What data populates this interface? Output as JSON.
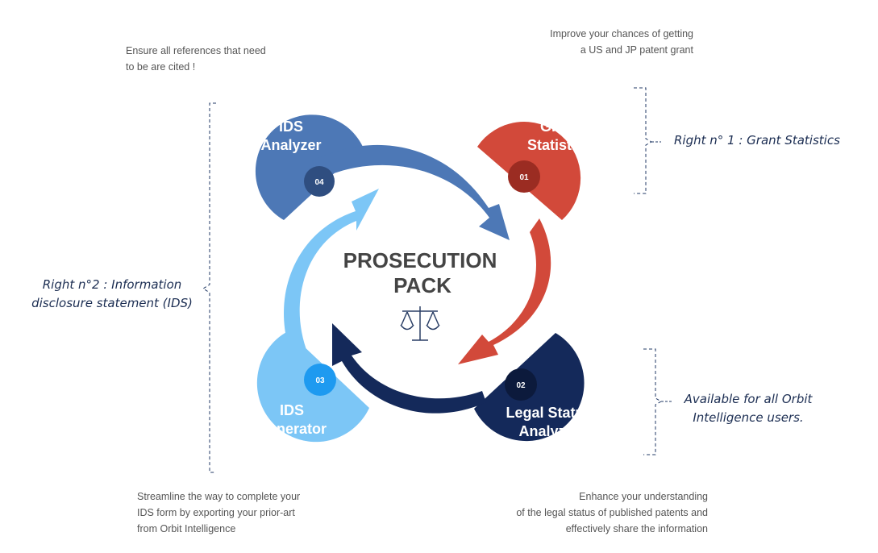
{
  "center": {
    "line1": "PROSECUTION",
    "line2": "PACK",
    "icon": "scales-icon"
  },
  "colors": {
    "grant": "#d2493a",
    "legal": "#14295a",
    "ids_generator": "#7cc6f6",
    "ids_analyzer": "#4d78b6",
    "badge01": "#9b2c22",
    "badge02": "#0c1a3c",
    "badge03": "#1e9af0",
    "badge04": "#2f4e80",
    "bracket": "#223a66"
  },
  "steps": [
    {
      "badge": "01",
      "title_line1": "Grant",
      "title_line2": "Statistics",
      "description": [
        "Improve your chances of getting",
        "a US and JP patent grant"
      ]
    },
    {
      "badge": "02",
      "title_line1": "Legal Status",
      "title_line2": "Analyzer",
      "description": [
        "Enhance your understanding",
        "of the legal status of published patents and",
        "effectively share the information"
      ]
    },
    {
      "badge": "03",
      "title_line1": "IDS",
      "title_line2": "Generator",
      "description": [
        "Streamline the way to complete your",
        "IDS form by exporting your prior-art",
        "from Orbit Intelligence"
      ]
    },
    {
      "badge": "04",
      "title_line1": "IDS",
      "title_line2": "Analyzer",
      "description": [
        "Ensure all references that need",
        "to be are cited !"
      ]
    }
  ],
  "rights": {
    "right1": [
      "Right n° 1 : Grant Statistics"
    ],
    "right2": [
      "Right n°2  : Information",
      "disclosure statement (IDS)"
    ],
    "availability": [
      "Available for all Orbit",
      "Intelligence users."
    ]
  }
}
